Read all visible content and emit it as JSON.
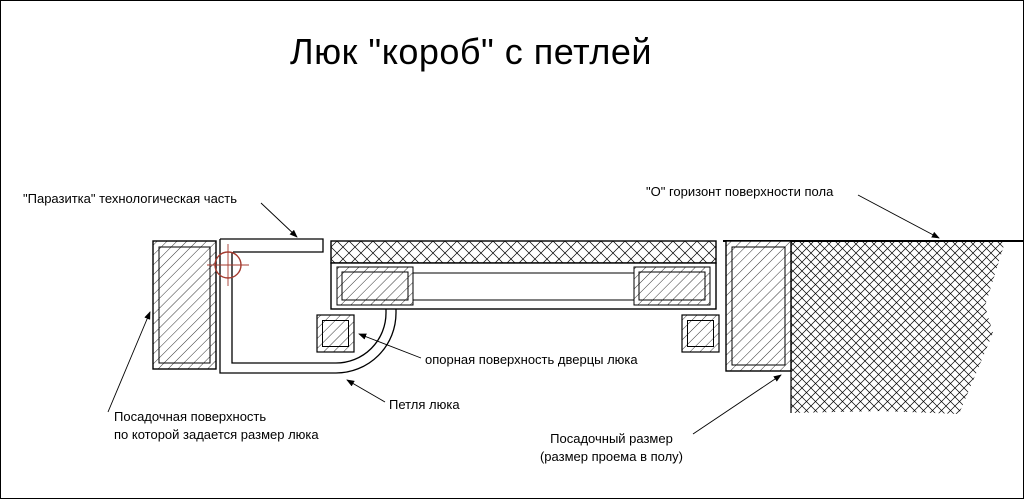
{
  "title": "Люк \"короб\" с петлей",
  "labels": {
    "parasite_part": "\"Паразитка\" технологическая часть",
    "floor_horizon": "\"О\" горизонт поверхности пола",
    "door_support_surface": "опорная поверхность дверцы люка",
    "hinge": "Петля люка",
    "seating_surface_line1": "Посадочная поверхность",
    "seating_surface_line2": "по которой задается размер люка",
    "seating_size_line1": "Посадочный размер",
    "seating_size_line2": "(размер проема в полу)"
  },
  "colors": {
    "line": "#000000",
    "background": "#ffffff",
    "hinge_marker": "#a43a2e"
  }
}
